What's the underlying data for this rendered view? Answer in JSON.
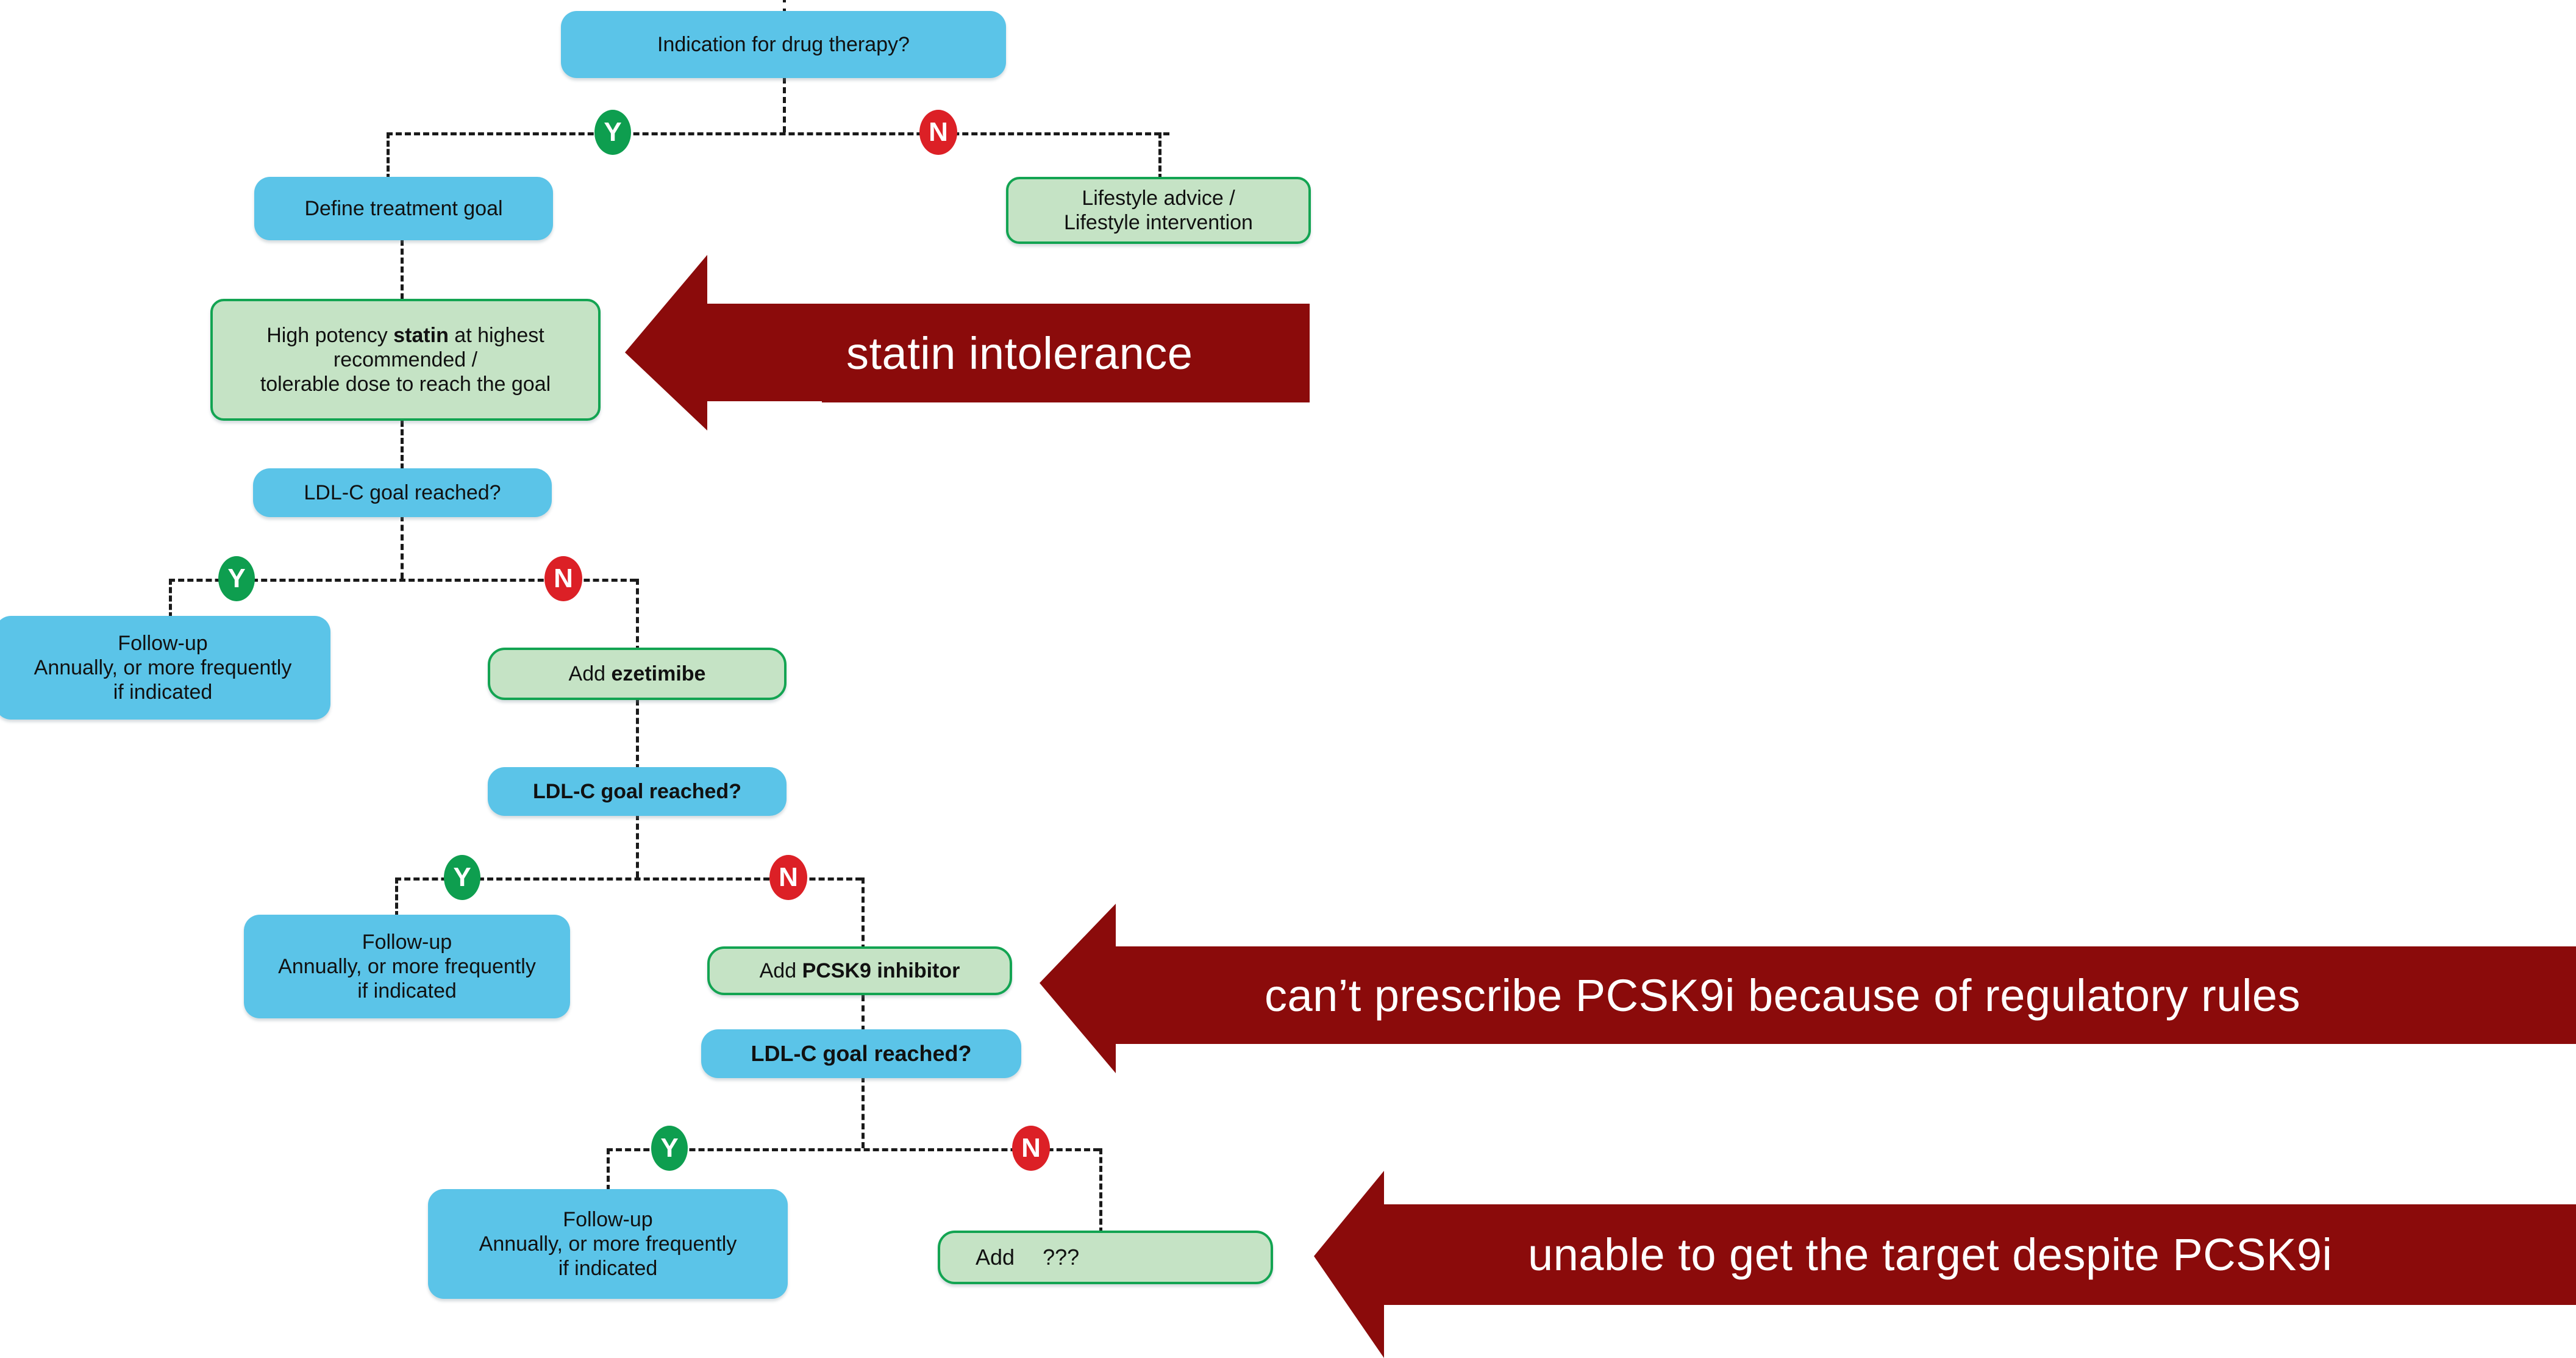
{
  "diagram": {
    "title": "Lipid-lowering treatment escalation flowchart",
    "colors": {
      "blue_node": "#5BC4E8",
      "green_node_fill": "#C5E3C5",
      "green_node_border": "#13A452",
      "yes_badge": "#0E9E4F",
      "no_badge": "#DC2026",
      "callout_red": "#8B0B0B",
      "connector": "#1a1a1a",
      "background": "#ffffff"
    },
    "nodes": {
      "indication": "Indication for drug therapy?",
      "define_goal": "Define treatment goal",
      "lifestyle_line1": "Lifestyle advice /",
      "lifestyle_line2": "Lifestyle intervention",
      "statin_line1_a": "High potency ",
      "statin_line1_b": "statin",
      "statin_line1_c": " at highest",
      "statin_line2": "recommended /",
      "statin_line3": "tolerable dose to reach the goal",
      "ldl_goal_1": "LDL-C goal reached?",
      "ldl_goal_2": "LDL-C goal reached?",
      "ldl_goal_3": "LDL-C goal reached?",
      "followup_line1": "Follow-up",
      "followup_line2": "Annually, or more frequently",
      "followup_line3": "if indicated",
      "add_ezetimibe_a": "Add ",
      "add_ezetimibe_b": "ezetimibe",
      "add_pcsk9_a": "Add ",
      "add_pcsk9_b": "PCSK9 inhibitor",
      "add_unknown_a": "Add",
      "add_unknown_b": "???"
    },
    "badges": {
      "yes": "Y",
      "no": "N"
    },
    "callouts": [
      {
        "text": "statin intolerance"
      },
      {
        "text": "can’t prescribe PCSK9i because of regulatory rules"
      },
      {
        "text": "unable to get the target despite PCSK9i"
      }
    ]
  }
}
